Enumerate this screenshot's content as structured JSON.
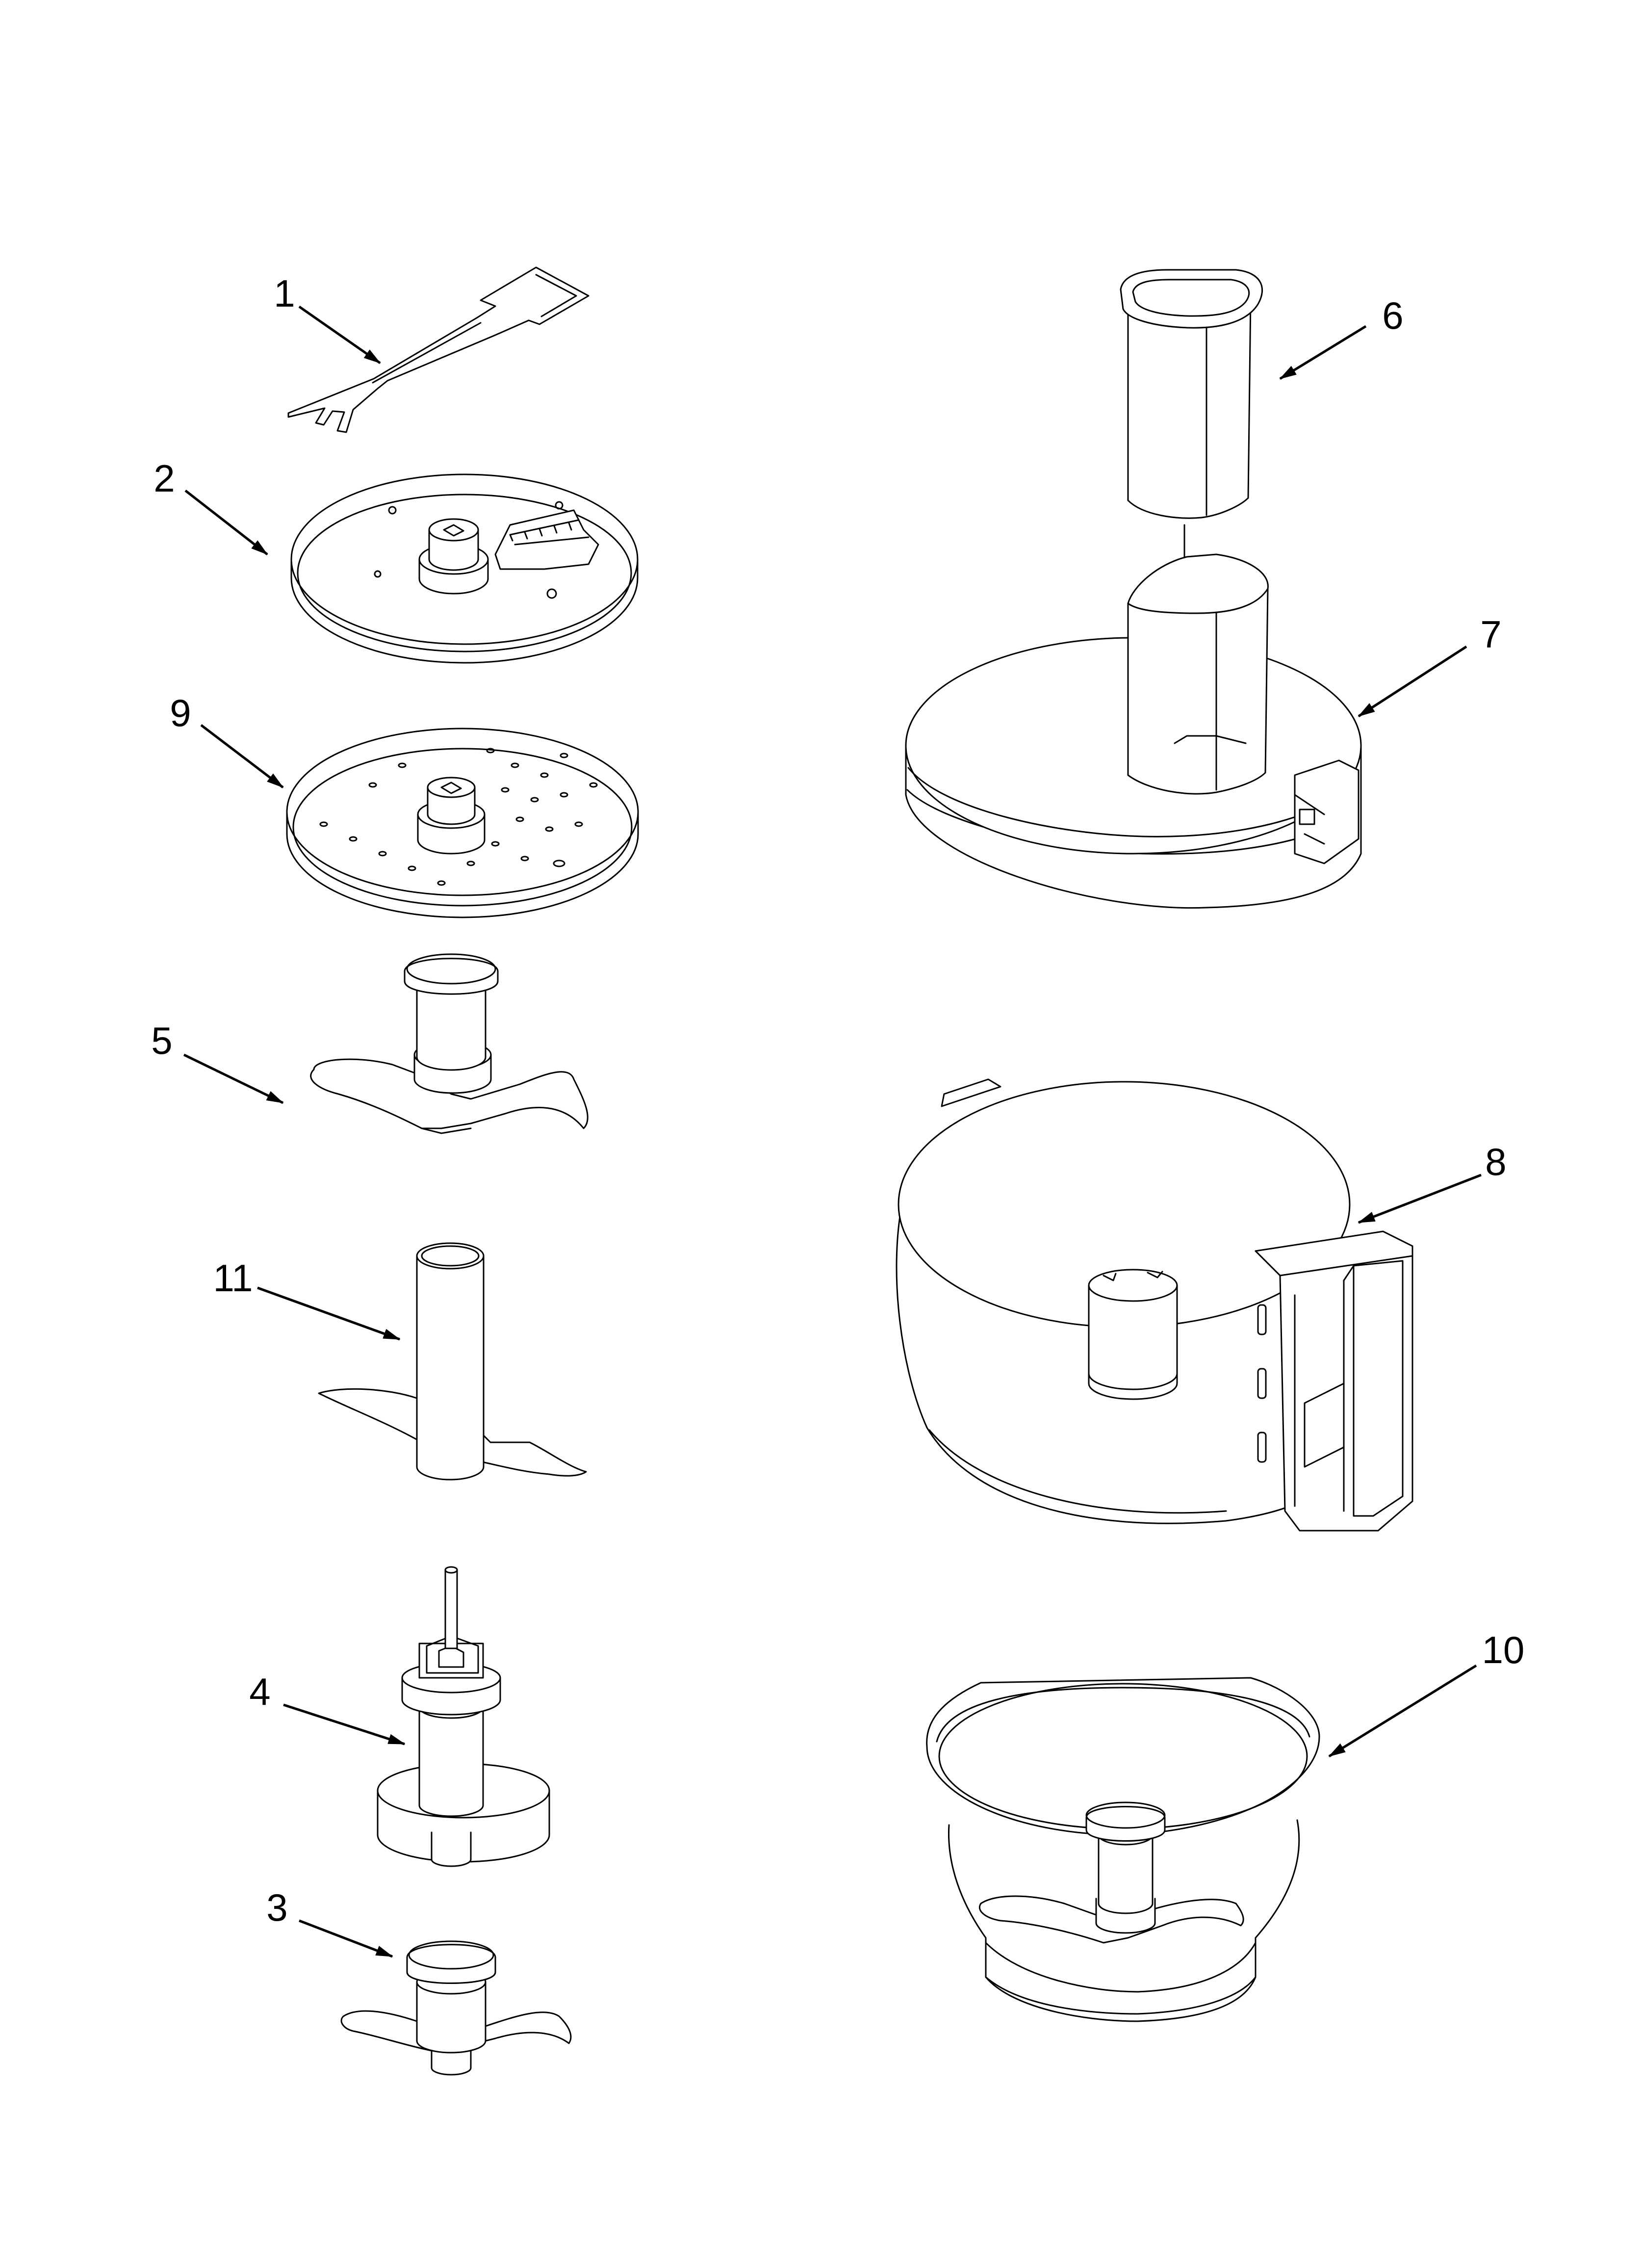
{
  "diagram": {
    "type": "exploded-parts-view",
    "line_color": "#000000",
    "background": "#ffffff"
  },
  "callouts": [
    {
      "id": "1",
      "label": "1",
      "part": "spatula"
    },
    {
      "id": "2",
      "label": "2",
      "part": "slicing-disc"
    },
    {
      "id": "9",
      "label": "9",
      "part": "shredding-disc"
    },
    {
      "id": "5",
      "label": "5",
      "part": "multipurpose-blade"
    },
    {
      "id": "11",
      "label": "11",
      "part": "tall-chopping-blade"
    },
    {
      "id": "4",
      "label": "4",
      "part": "disc-stem"
    },
    {
      "id": "3",
      "label": "3",
      "part": "mini-blade"
    },
    {
      "id": "6",
      "label": "6",
      "part": "food-pusher"
    },
    {
      "id": "7",
      "label": "7",
      "part": "work-bowl-cover"
    },
    {
      "id": "8",
      "label": "8",
      "part": "work-bowl"
    },
    {
      "id": "10",
      "label": "10",
      "part": "mini-bowl"
    }
  ]
}
